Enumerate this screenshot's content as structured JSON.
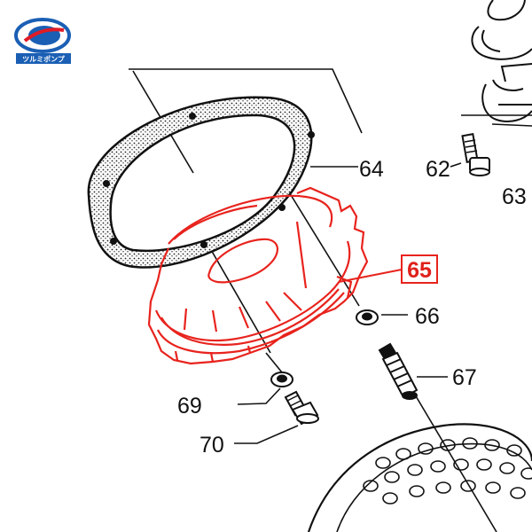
{
  "logo": {
    "text": "ツルミポンプ",
    "brand_color": "#1a5fb4",
    "accent_color": "#e01b24"
  },
  "highlight_color": "#e8231d",
  "callouts": [
    {
      "id": "62",
      "text": "62"
    },
    {
      "id": "63",
      "text": "63"
    },
    {
      "id": "64",
      "text": "64"
    },
    {
      "id": "65",
      "text": "65",
      "highlighted": true
    },
    {
      "id": "66",
      "text": "66"
    },
    {
      "id": "67",
      "text": "67"
    },
    {
      "id": "69",
      "text": "69"
    },
    {
      "id": "70",
      "text": "70"
    }
  ]
}
